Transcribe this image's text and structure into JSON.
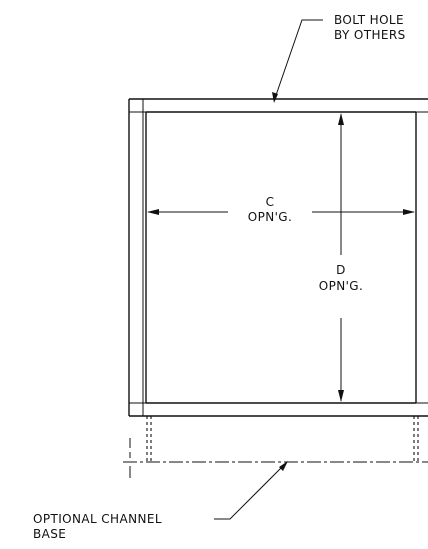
{
  "labels": {
    "bolt_hole_line1": "BOLT HOLE",
    "bolt_hole_line2": "BY OTHERS",
    "c_letter": "C",
    "c_opng": "OPN'G.",
    "d_letter": "D",
    "d_opng": "OPN'G.",
    "channel_line1": "OPTIONAL CHANNEL",
    "channel_line2": "BASE"
  }
}
